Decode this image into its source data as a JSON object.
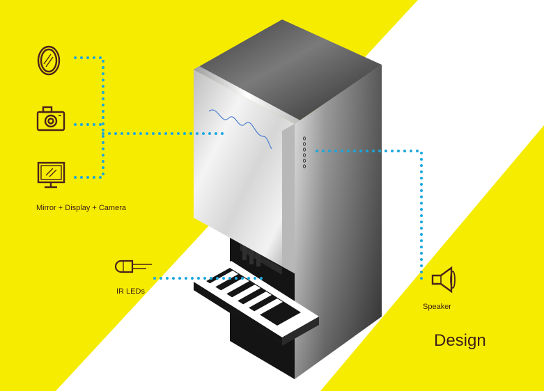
{
  "colors": {
    "background_yellow": "#f6ec00",
    "band_white": "#ffffff",
    "connector_blue": "#1aa7de",
    "icon_brown": "#4a231d",
    "text_brown": "#3d1f1a"
  },
  "icons": {
    "mirror": "mirror-icon",
    "camera": "camera-icon",
    "display": "monitor-icon",
    "ir_led": "ir-led-icon",
    "speaker": "speaker-icon"
  },
  "labels": {
    "inputs_group": "Mirror + Display + Camera",
    "ir_leds": "IR LEDs",
    "speaker": "Speaker",
    "design": "Design"
  }
}
